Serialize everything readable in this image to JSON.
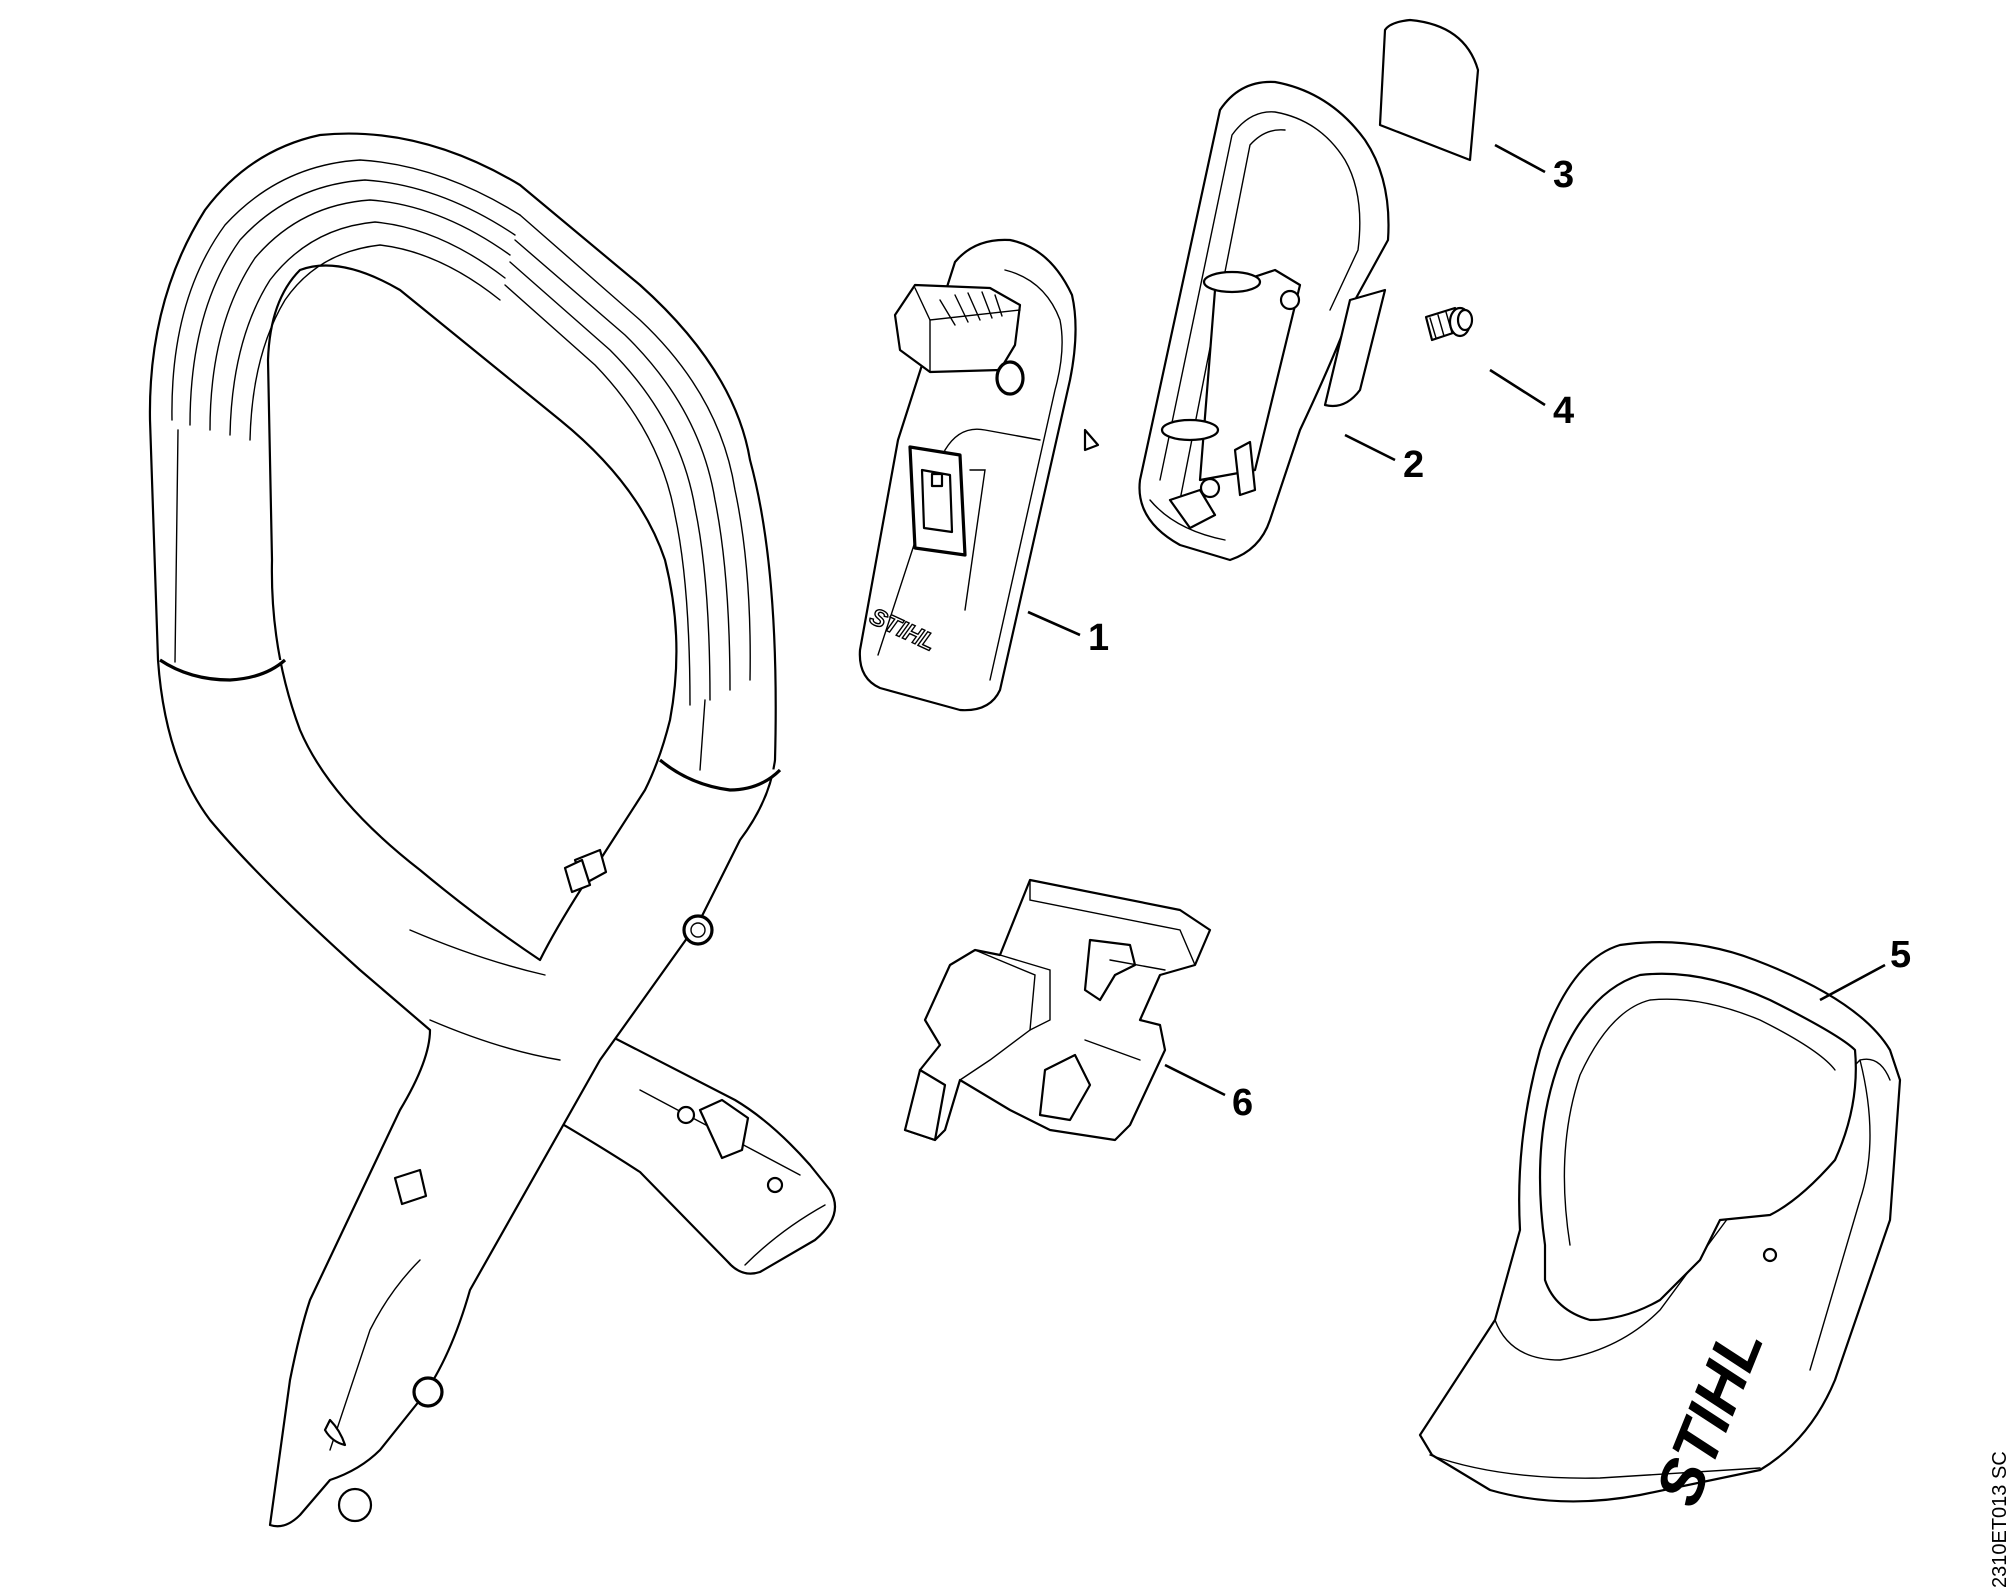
{
  "callouts": {
    "c1": "1",
    "c2": "2",
    "c3": "3",
    "c4": "4",
    "c5": "5",
    "c6": "6"
  },
  "brand_marks": {
    "switch_logo": "STIHL",
    "cover_logo": "STIHL"
  },
  "drawing_code": "2310ET013 SC"
}
